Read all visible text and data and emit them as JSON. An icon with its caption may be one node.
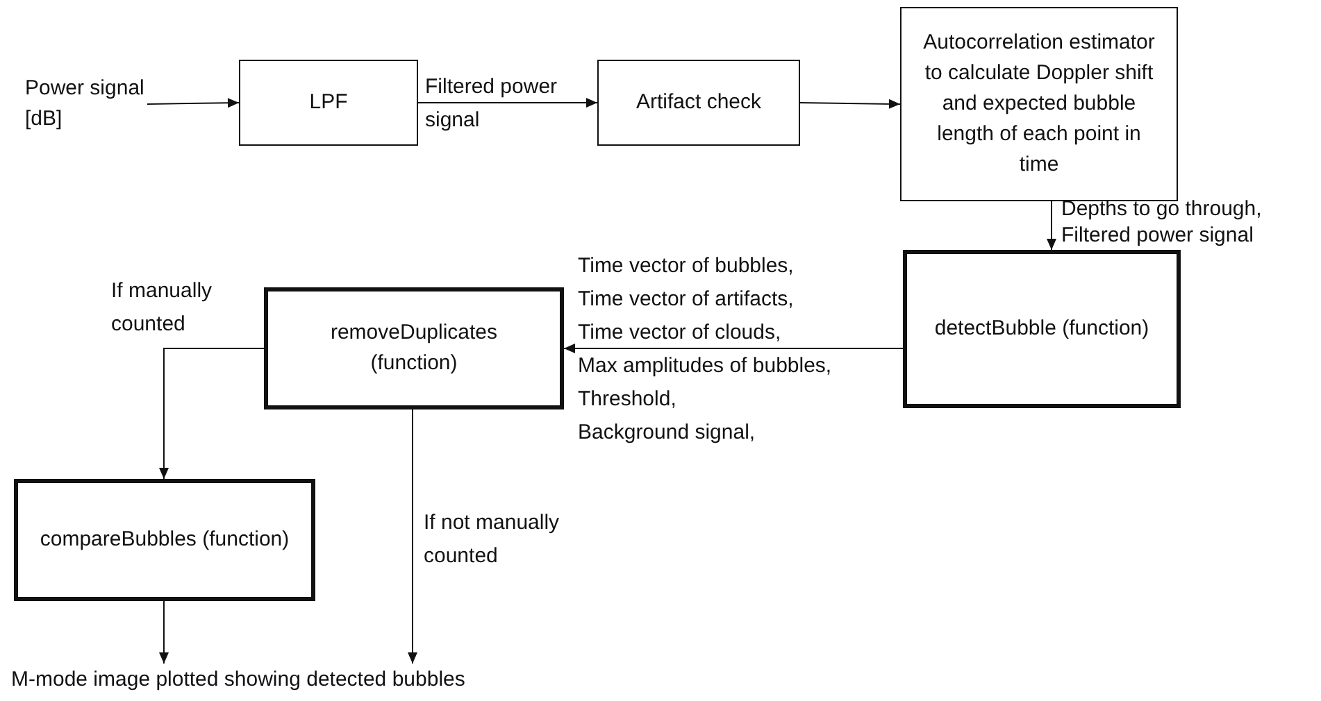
{
  "diagram": {
    "nodes": [
      {
        "text": [
          "Power signal [dB]"
        ]
      },
      {
        "text": [
          "LPF"
        ]
      },
      {
        "text": [
          "Artifact check"
        ]
      },
      {
        "text": [
          "Autocorrelation estimator to calculate Doppler shift and expected bubble length of each point in time"
        ]
      },
      {
        "text": [
          "detectBubble (function)"
        ]
      },
      {
        "text": [
          "removeDuplicates (function)"
        ]
      },
      {
        "text": [
          "compareBubbles (function)"
        ]
      },
      {
        "text": [
          "M-mode image plotted showing detected bubbles"
        ]
      }
    ],
    "edges": [
      {
        "from": 0,
        "to": 1,
        "arrow": "to"
      },
      {
        "from": 1,
        "to": 2,
        "arrow": "to",
        "label": "Filtered power signal"
      },
      {
        "from": 2,
        "to": 3,
        "arrow": "to"
      },
      {
        "from": 3,
        "to": 4,
        "arrow": "to",
        "label": "Depths to go through, Filtered power signal"
      },
      {
        "from": 4,
        "to": 5,
        "arrow": "to",
        "label": "Time vector of bubbles, Time vector of artifacts, Time vector of clouds, Max amplitudes of bubbles, Threshold, Background signal,"
      },
      {
        "from": 5,
        "to": 6,
        "arrow": "to",
        "label": "If manually counted"
      },
      {
        "from": 5,
        "to": 7,
        "arrow": "to",
        "label": "If not manually counted"
      },
      {
        "from": 6,
        "to": 7,
        "arrow": "to"
      }
    ]
  }
}
